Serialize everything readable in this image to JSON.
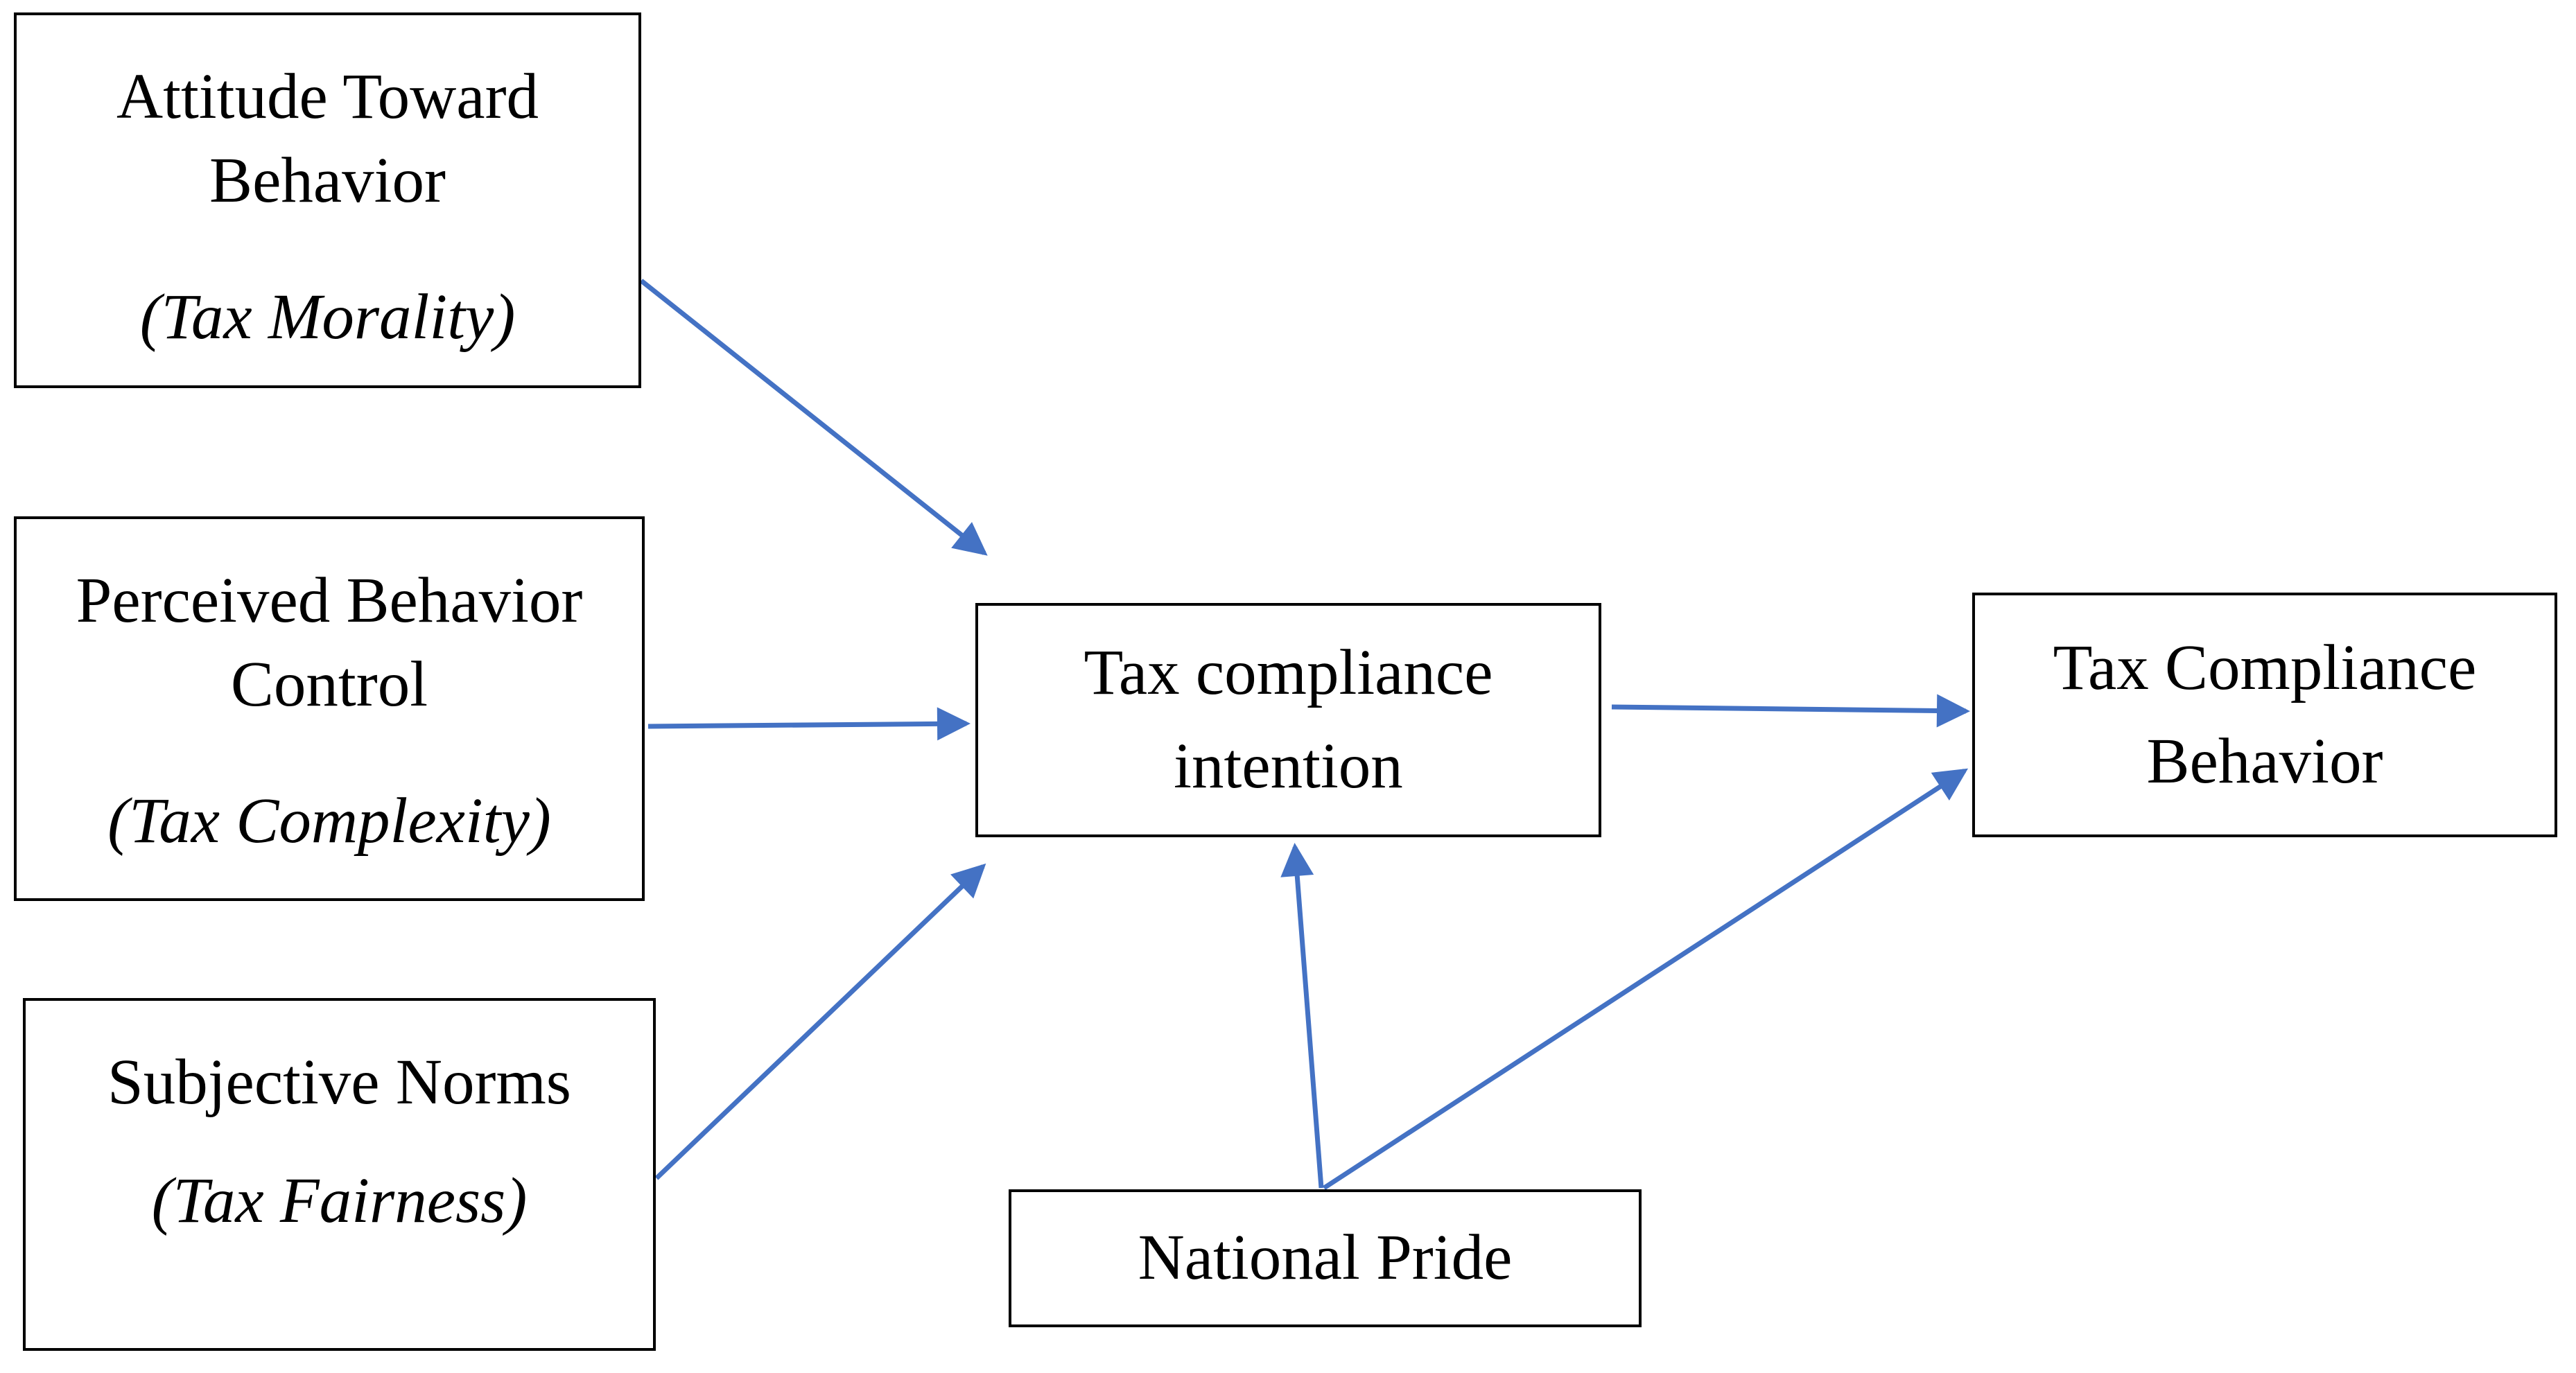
{
  "figure": {
    "description": "Conceptual model diagram linking theory-of-planned-behavior constructs to tax compliance",
    "colors": {
      "background": "#ffffff",
      "border": "#000000",
      "text": "#000000",
      "arrow": "#4472C4"
    },
    "nodes": {
      "attitude": {
        "line1": "Attitude Toward",
        "line2": "Behavior",
        "subtitle": "(Tax Morality)"
      },
      "pbc": {
        "line1": "Perceived Behavior",
        "line2": "Control",
        "subtitle": "(Tax Complexity)"
      },
      "norms": {
        "line1": "Subjective Norms",
        "subtitle": "(Tax Fairness)"
      },
      "intention": {
        "line1": "Tax compliance",
        "line2": "intention"
      },
      "behavior": {
        "line1": "Tax Compliance",
        "line2": "Behavior"
      },
      "pride": {
        "line1": "National Pride"
      }
    },
    "edges": [
      {
        "from": "attitude",
        "to": "intention"
      },
      {
        "from": "pbc",
        "to": "intention"
      },
      {
        "from": "norms",
        "to": "intention"
      },
      {
        "from": "intention",
        "to": "behavior"
      },
      {
        "from": "pride",
        "to": "intention"
      },
      {
        "from": "pride",
        "to": "behavior"
      }
    ]
  }
}
